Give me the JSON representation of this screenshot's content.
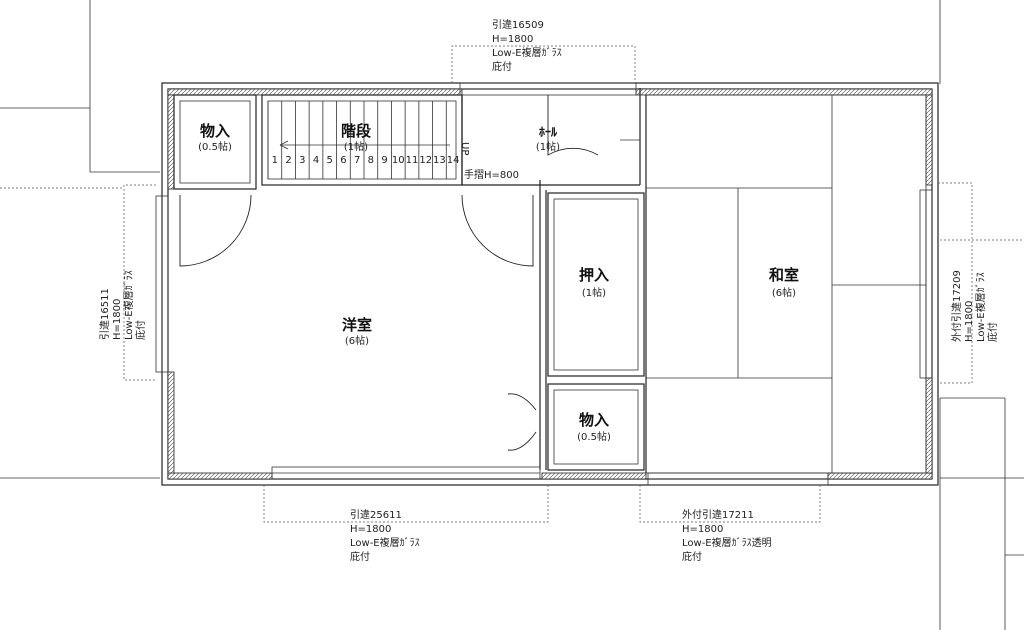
{
  "rooms": {
    "storage_nw": {
      "name": "物入",
      "size": "(0.5帖)"
    },
    "stairs": {
      "name": "階段",
      "size": "(1帖)"
    },
    "hall": {
      "name": "ﾎｰﾙ",
      "size": "(1帖)"
    },
    "western": {
      "name": "洋室",
      "size": "(6帖)"
    },
    "closet": {
      "name": "押入",
      "size": "(1帖)"
    },
    "japanese": {
      "name": "和室",
      "size": "(6帖)"
    },
    "storage_s": {
      "name": "物入",
      "size": "(0.5帖)"
    }
  },
  "stairs": {
    "steps": [
      "1",
      "2",
      "3",
      "4",
      "5",
      "6",
      "7",
      "8",
      "9",
      "10",
      "11",
      "12",
      "13",
      "14"
    ],
    "direction": "UP",
    "handrail": "手摺H=800"
  },
  "windows": {
    "north": {
      "lines": [
        "引違16509",
        "H=1800",
        "Low-E複層ｶﾞﾗｽ",
        "庇付"
      ]
    },
    "west": {
      "lines": [
        "引違16511",
        "H=1800",
        "Low-E複層ｶﾞﾗｽ",
        "庇付"
      ]
    },
    "south_west": {
      "lines": [
        "引違25611",
        "H=1800",
        "Low-E複層ｶﾞﾗｽ",
        "庇付"
      ]
    },
    "south_east": {
      "lines": [
        "外付引違17211",
        "H=1800",
        "Low-E複層ｶﾞﾗｽ透明",
        "庇付"
      ]
    },
    "east": {
      "lines": [
        "外付引違17209",
        "H=1800",
        "Low-E複層ｶﾞﾗｽ",
        "庇付"
      ]
    }
  }
}
